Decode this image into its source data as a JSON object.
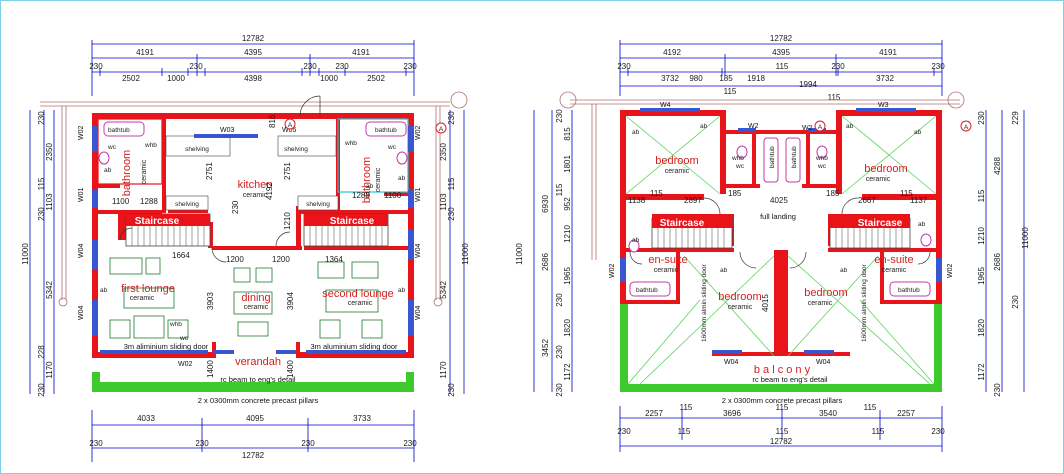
{
  "left_plan": {
    "top_dims": {
      "overall": "12782",
      "row2": [
        "4191",
        "4395",
        "4191"
      ],
      "row3": [
        "230",
        "2502",
        "1000",
        "230",
        "4398",
        "230",
        "1000",
        "230",
        "2502",
        "230"
      ]
    },
    "bottom_dims": {
      "row1": [
        "4033",
        "4095",
        "3733"
      ],
      "row2": [
        "230",
        "230",
        "230",
        "230"
      ],
      "overall": "12782"
    },
    "left_dims": [
      "230",
      "2350",
      "115",
      "1103",
      "230",
      "11000",
      "5342",
      "228",
      "1170",
      "230"
    ],
    "right_dims": [
      "230",
      "2350",
      "115",
      "1103",
      "230",
      "11000",
      "5342",
      "1170",
      "230"
    ],
    "rooms": {
      "bathroom_left": "bathroom",
      "bathroom_right": "bathroom",
      "kitchen": "kitchen",
      "first_lounge": "first lounge",
      "dining": "dining",
      "second_lounge": "second lounge",
      "veranda": "verandah"
    },
    "ceramic": "ceramic",
    "staircase": "Staircase",
    "labels": {
      "bathtub": "bathtub",
      "wc": "wc",
      "whb": "whb",
      "shelving": "shelving",
      "ab": "ab",
      "sliding_left": "3m aliminium sliding door",
      "sliding_right": "3m aluminium sliding door",
      "beam": "rc beam to eng's detail",
      "pillars": "2 x 0300mm concrete precast pillars"
    },
    "windows": [
      "W02",
      "W01",
      "W04",
      "W04",
      "W02",
      "W03",
      "W02",
      "W01",
      "W04",
      "W04",
      "W05"
    ],
    "inner_dims": [
      "1100",
      "1288",
      "1664",
      "1200",
      "1200",
      "1364",
      "1210",
      "2751",
      "4192",
      "2751",
      "230",
      "3903",
      "3904",
      "1100",
      "1288",
      "816",
      "1400",
      "1400"
    ]
  },
  "right_plan": {
    "top_dims": {
      "overall": "12782",
      "row2": [
        "4192",
        "4395",
        "4191"
      ],
      "row3": [
        "230",
        "3732",
        "980",
        "185",
        "1918",
        "115",
        "230",
        "3732",
        "230"
      ],
      "row4": [
        "115",
        "1994",
        "115"
      ]
    },
    "bottom_dims": {
      "row1": [
        "2257",
        "115",
        "3696",
        "115",
        "3540",
        "115",
        "2257"
      ],
      "row2": [
        "230",
        "115",
        "115",
        "115",
        "230"
      ],
      "overall": "12782"
    },
    "left_dims": [
      "230",
      "815",
      "1801",
      "115",
      "952",
      "6930",
      "1210",
      "11000",
      "2686",
      "1965",
      "230",
      "1820",
      "3452",
      "230",
      "1172",
      "230"
    ],
    "right_dims": [
      "230",
      "229",
      "4288",
      "115",
      "11000",
      "1210",
      "2686",
      "1965",
      "230",
      "1820",
      "1172",
      "230"
    ],
    "rooms": {
      "bedroom_tl": "bedroom",
      "bedroom_tr": "bedroom",
      "bedroom_bl": "bedroom",
      "bedroom_br": "bedroom",
      "ensuite_l": "en-suite",
      "ensuite_r": "en-suite",
      "landing": "full landing",
      "balcony": "b a l c o n y"
    },
    "ceramic": "ceramic",
    "staircase": "Staircase",
    "labels": {
      "bathtub": "bathtub",
      "wc": "wc",
      "whb": "whb",
      "ab": "ab",
      "door_l": "1600mm almin sliding door",
      "door_r": "1600mm almin sliding door",
      "beam": "rc beam to eng's detail",
      "pillars": "2 x 0300mm concrete precast pillars"
    },
    "windows": [
      "W4",
      "W3",
      "W2",
      "W2",
      "W02",
      "W02",
      "W04",
      "W04"
    ],
    "inner_dims": [
      "1138",
      "115",
      "2897",
      "4025",
      "2667",
      "115",
      "1137",
      "4015",
      "185",
      "185"
    ]
  },
  "section_markers": [
    "A",
    "A",
    "A",
    "A"
  ],
  "colors": {
    "wall": "#e8141a",
    "balcony": "#3ec92d",
    "window": "#3a55d0",
    "dimension": "#0000cc",
    "room_text": "#d42020"
  }
}
